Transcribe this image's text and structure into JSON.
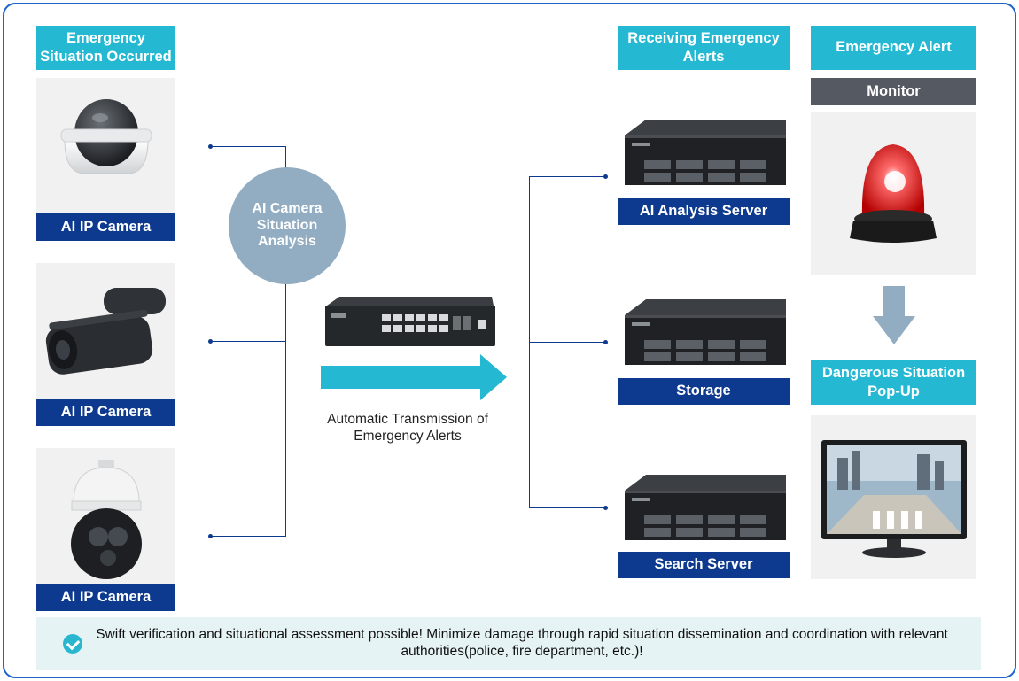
{
  "colors": {
    "accent_cyan": "#25b8d2",
    "navy": "#0d3a8e",
    "monitor_grey": "#555a62",
    "circle": "#92adc2",
    "frame_border": "#1e63c8"
  },
  "headers": {
    "emergency_occurred": "Emergency Situation Occurred",
    "receiving_alerts": "Receiving Emergency Alerts",
    "emergency_alert": "Emergency Alert",
    "monitor": "Monitor",
    "dangerous_popup": "Dangerous Situation Pop-Up"
  },
  "cameras": [
    {
      "label": "AI IP Camera",
      "icon": "dome-camera-icon"
    },
    {
      "label": "AI IP Camera",
      "icon": "bullet-camera-icon"
    },
    {
      "label": "AI IP Camera",
      "icon": "ptz-camera-icon"
    }
  ],
  "analysis": {
    "label": "AI Camera Situation Analysis"
  },
  "transmission": {
    "caption": "Automatic Transmission of Emergency Alerts",
    "icon": "network-switch-icon"
  },
  "servers": [
    {
      "label": "AI Analysis Server",
      "icon": "rack-server-icon"
    },
    {
      "label": "Storage",
      "icon": "rack-server-icon"
    },
    {
      "label": "Search Server",
      "icon": "rack-server-icon"
    }
  ],
  "alert_icons": {
    "beacon": "warning-beacon-icon",
    "monitor": "monitor-icon",
    "down_arrow": "down-arrow-icon"
  },
  "footer": {
    "text": "Swift verification and situational assessment possible! Minimize damage through rapid situation dissemination and coordination with relevant authorities(police, fire department, etc.)!"
  }
}
